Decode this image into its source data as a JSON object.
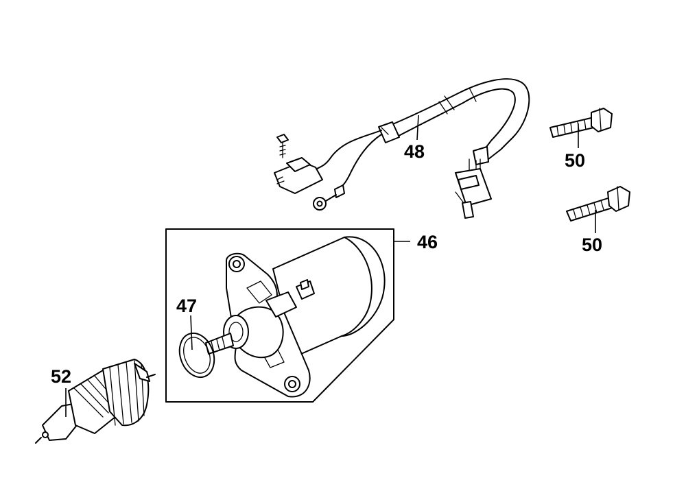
{
  "callouts": {
    "p46": "46",
    "p47": "47",
    "p48": "48",
    "p50a": "50",
    "p50b": "50",
    "p52": "52"
  }
}
